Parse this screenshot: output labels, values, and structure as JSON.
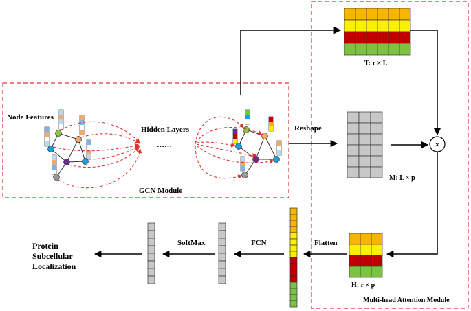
{
  "labels": {
    "node_features": "Node Features",
    "hidden_layers": "Hidden Layers",
    "ellipsis": "……",
    "gcn_module": "GCN Module",
    "reshape": "Reshape",
    "t_matrix": "T: r × L",
    "m_matrix": "M: L × p",
    "h_matrix": "H: r × p",
    "attention_module": "Multi-head Attention Module",
    "flatten": "Flatten",
    "fcn": "FCN",
    "softmax": "SoftMax",
    "output_line1": "Protein",
    "output_line2": "Subcellular",
    "output_line3": "Localization",
    "multiply_symbol": "×"
  },
  "colors": {
    "orange": "#f7b500",
    "yellow": "#fbf000",
    "red": "#c00000",
    "green": "#7dc242",
    "gray": "#c8c8c8",
    "dashed": "#e03030",
    "node_cyan": "#1aa0e0",
    "node_green": "#8cc63f",
    "node_orange": "#f2a96b",
    "node_purple": "#6a2c91",
    "node_gray": "#999999"
  }
}
